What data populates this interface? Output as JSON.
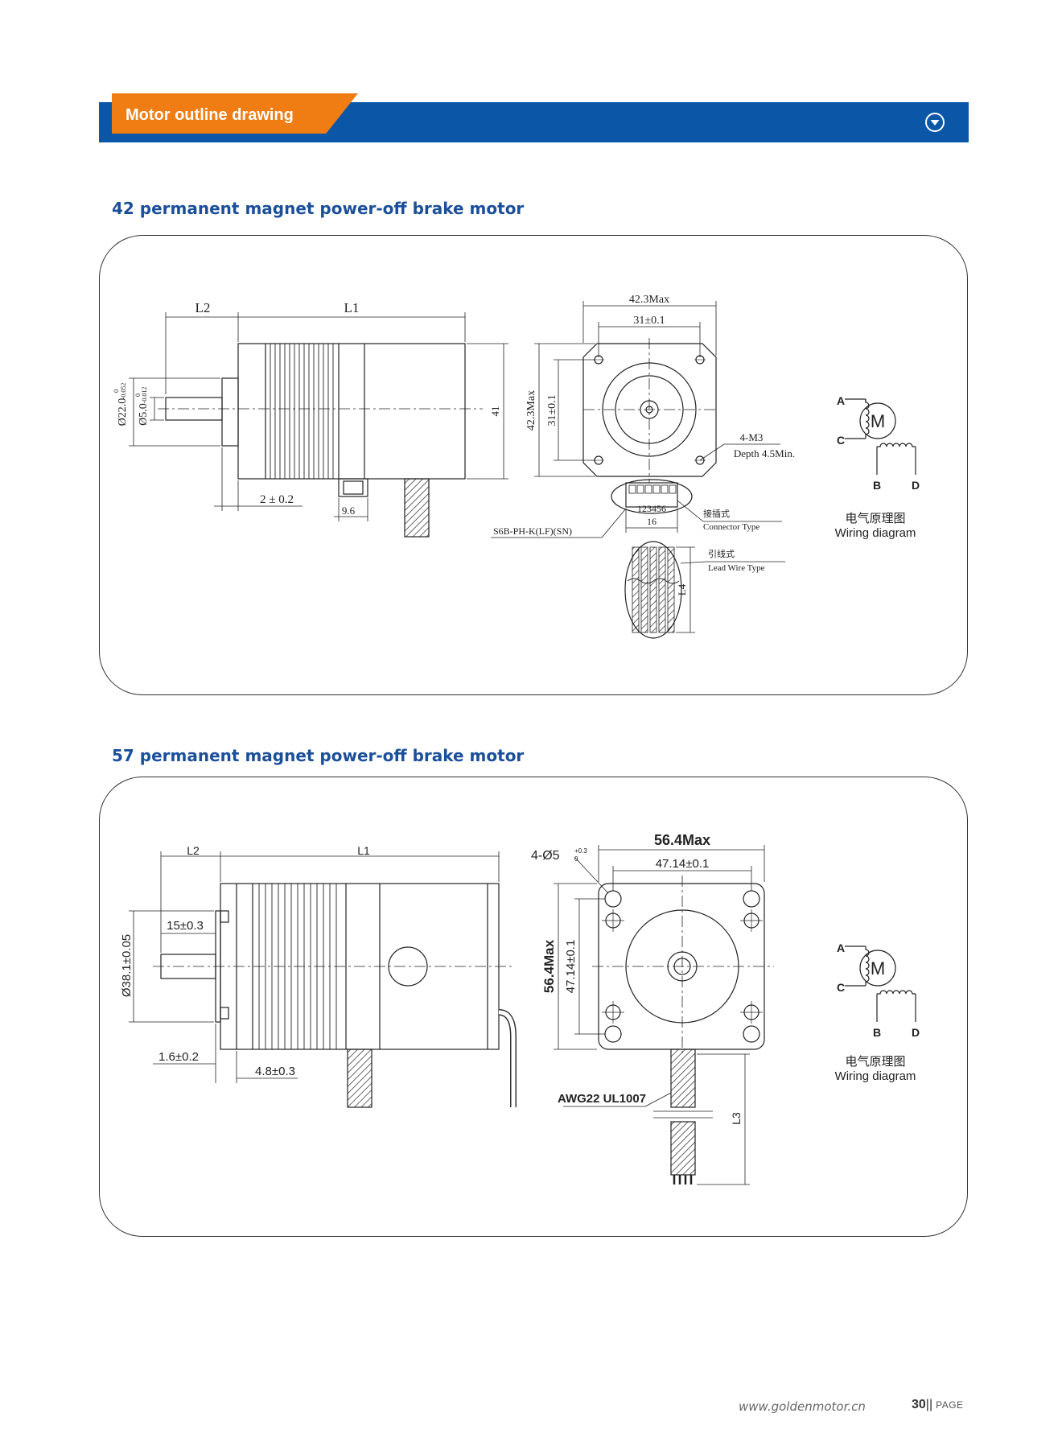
{
  "header": {
    "title": "Motor outline drawing",
    "icon": "chevron-down-circle-icon"
  },
  "motor42": {
    "title": "42 permanent magnet power-off brake motor",
    "dims": {
      "l2": "L2",
      "l1": "L1",
      "height": "41",
      "shaft_dia": "Ø22.0",
      "shaft_tol": "-0.052",
      "shaft_tol_top": "0",
      "bore_dia": "Ø5.0",
      "bore_tol": "-0.012",
      "bore_tol_top": "0",
      "offset": "2 ± 0.2",
      "conn_w": "9.6",
      "flange_max_w": "42.3Max",
      "hole_w": "31±0.1",
      "flange_max_h": "42.3Max",
      "hole_h": "31±0.1",
      "screws": "4-M3",
      "depth": "Depth 4.5Min.",
      "pins": "123456",
      "pin_w": "16",
      "connector_model": "S6B-PH-K(LF)(SN)",
      "connector_cn": "接插式",
      "connector_en": "Connector Type",
      "lead_cn": "引线式",
      "lead_en": "Lead Wire Type",
      "l4": "L4"
    },
    "wiring": {
      "a": "A",
      "c": "C",
      "b": "B",
      "d": "D",
      "m": "M",
      "cn": "电气原理图",
      "en": "Wiring diagram"
    }
  },
  "motor57": {
    "title": "57 permanent magnet power-off brake motor",
    "dims": {
      "l2": "L2",
      "l1": "L1",
      "boss": "15±0.3",
      "pilot": "Ø38.1±0.05",
      "boss_h": "1.6±0.2",
      "flange_t": "4.8±0.3",
      "holes": "4-Ø5",
      "holes_tol_top": "+0.3",
      "holes_tol_bot": "0",
      "max_w": "56.4Max",
      "hole_w": "47.14±0.1",
      "max_h": "56.4Max",
      "hole_h": "47.14±0.1",
      "wire": "AWG22 UL1007",
      "l3": "L3"
    },
    "wiring": {
      "a": "A",
      "c": "C",
      "b": "B",
      "d": "D",
      "m": "M",
      "cn": "电气原理图",
      "en": "Wiring diagram"
    }
  },
  "footer": {
    "url": "www.goldenmotor.cn",
    "page": "30",
    "sep": "||",
    "label": "PAGE"
  }
}
